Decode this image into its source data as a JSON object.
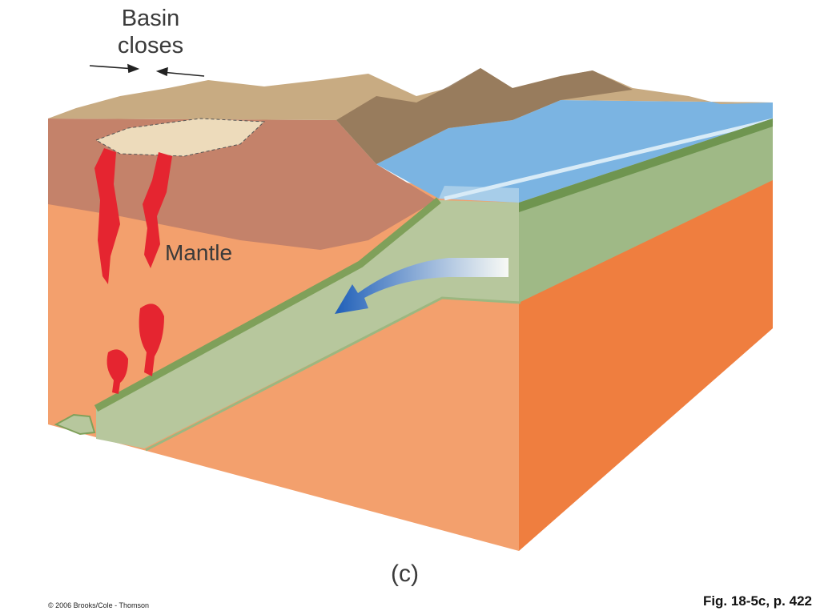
{
  "diagram": {
    "basin_label_line1": "Basin",
    "basin_label_line2": "closes",
    "mantle_label": "Mantle",
    "panel_label": "(c)"
  },
  "footer": {
    "copyright": "© 2006 Brooks/Cole - Thomson",
    "figure_ref": "Fig. 18-5c, p. 422"
  },
  "colors": {
    "mantle": "#f3a06d",
    "mantle_side": "#ef7e3f",
    "crust_brown": "#c4826a",
    "slab_green": "#b7c79d",
    "slab_edge": "#7fa05a",
    "ocean": "#7bb4e2",
    "magma": "#e52530",
    "land": "#c8ab82",
    "arrow_blue": "#2a6cc0"
  }
}
